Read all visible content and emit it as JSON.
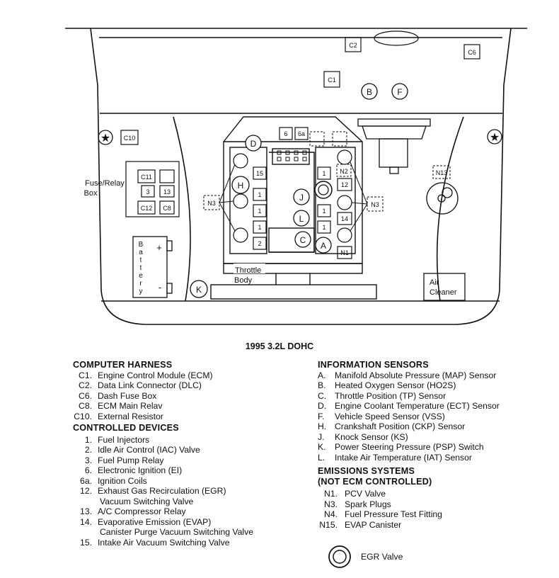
{
  "diagram": {
    "labels": {
      "c2": "C2",
      "c6": "C6",
      "c1": "C1",
      "c10": "C10",
      "c11": "C11",
      "c8": "C8",
      "c12": "C12",
      "fuse_3": "3",
      "fuse_13": "13",
      "b": "B",
      "f": "F",
      "d": "D",
      "h": "H",
      "j": "J",
      "l": "L",
      "c": "C",
      "a": "A",
      "k": "K",
      "n2": "N2",
      "n1": "N1",
      "n13": "N13",
      "n3_left": "N3",
      "n3_right": "N3",
      "i15": "15",
      "i1a": "1",
      "i1b": "1",
      "i1c": "1",
      "i2": "2",
      "r1a": "1",
      "r1b": "1",
      "r1c": "1",
      "r12": "12",
      "r14": "14",
      "coil6": "6",
      "coil6a": "6a",
      "fuse_box_line1": "Fuse/Relay",
      "fuse_box_line2": "Box",
      "battery_letters": [
        "B",
        "a",
        "t",
        "t",
        "e",
        "r",
        "y"
      ],
      "battery_plus": "+",
      "battery_minus": "-",
      "throttle_line1": "Throttle",
      "throttle_line2": "Body",
      "air_line1": "Air",
      "air_line2": "Cleaner"
    },
    "caption": "1995 3.2L DOHC"
  },
  "legend": {
    "computer_harness": {
      "heading": "COMPUTER HARNESS",
      "items": [
        {
          "code": "C1.",
          "label": "Engine Control Module (ECM)"
        },
        {
          "code": "C2.",
          "label": "Data Link Connector (DLC)"
        },
        {
          "code": "C6.",
          "label": "Dash Fuse Box"
        },
        {
          "code": "C8.",
          "label": "ECM Main Relav"
        },
        {
          "code": "C10.",
          "label": "External Resistor"
        }
      ]
    },
    "controlled_devices": {
      "heading": "CONTROLLED DEVICES",
      "items": [
        {
          "code": "1.",
          "label": "Fuel Injectors"
        },
        {
          "code": "2.",
          "label": "Idle Air Control (IAC) Valve"
        },
        {
          "code": "3.",
          "label": "Fuel Pump Relay"
        },
        {
          "code": "6.",
          "label": "Electronic Ignition (EI)"
        },
        {
          "code": "6a.",
          "label": "Ignition Coils"
        },
        {
          "code": "12.",
          "label": "Exhaust Gas Recirculation (EGR)",
          "cont": "Vacuum Switching Valve"
        },
        {
          "code": "13.",
          "label": "A/C Compressor Relay"
        },
        {
          "code": "14.",
          "label": "Evaporative Emission (EVAP)",
          "cont": "Canister Purge Vacuum Switching Valve"
        },
        {
          "code": "15.",
          "label": "Intake Air Vacuum Switching Valve"
        }
      ]
    },
    "information_sensors": {
      "heading": "INFORMATION SENSORS",
      "items": [
        {
          "code": "A.",
          "label": "Manifold Absolute Pressure (MAP) Sensor"
        },
        {
          "code": "B.",
          "label": "Heated Oxygen Sensor (HO2S)"
        },
        {
          "code": "C.",
          "label": "Throttle Position (TP) Sensor"
        },
        {
          "code": "D.",
          "label": "Engine Coolant Temperature (ECT) Sensor"
        },
        {
          "code": "F.",
          "label": "Vehicle Speed Sensor (VSS)"
        },
        {
          "code": "H.",
          "label": "Crankshaft Position (CKP) Sensor"
        },
        {
          "code": "J.",
          "label": "Knock Sensor (KS)"
        },
        {
          "code": "K.",
          "label": "Power Steering Pressure (PSP) Switch"
        },
        {
          "code": "L.",
          "label": "Intake Air Temperature (IAT) Sensor"
        }
      ]
    },
    "emissions_systems": {
      "heading": "EMISSIONS SYSTEMS",
      "subheading": "(NOT ECM CONTROLLED)",
      "items": [
        {
          "code": "N1.",
          "label": "PCV Valve"
        },
        {
          "code": "N3.",
          "label": "Spark Plugs"
        },
        {
          "code": "N4.",
          "label": "Fuel Pressure Test Fitting"
        },
        {
          "code": "N15.",
          "label": "EVAP Canister"
        }
      ]
    },
    "egr_key": {
      "label": "EGR Valve"
    }
  }
}
